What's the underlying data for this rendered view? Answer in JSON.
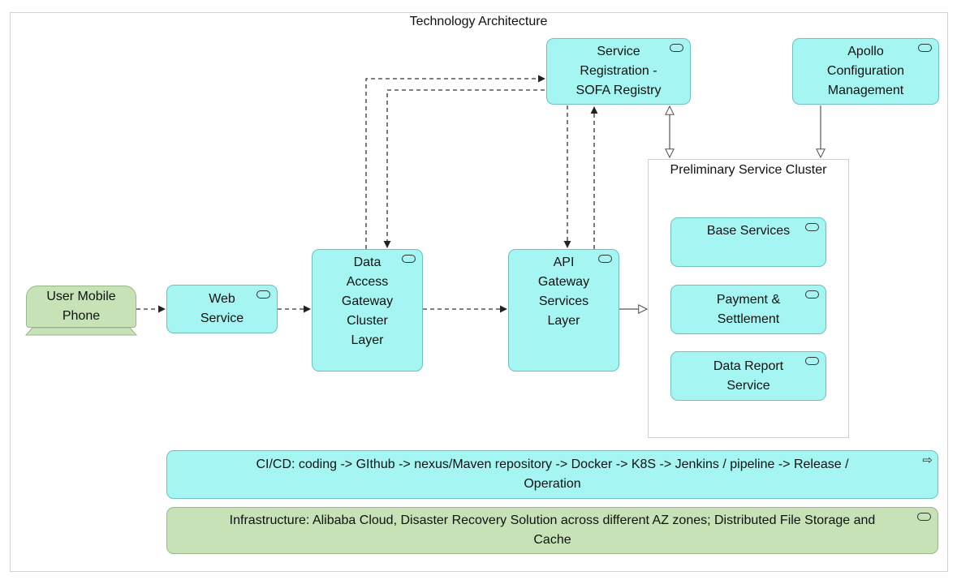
{
  "diagram": {
    "title": "Technology Architecture",
    "cluster_label": "Preliminary Service Cluster",
    "nodes": {
      "user_mobile_phone": "User Mobile\nPhone",
      "web_service": "Web\nService",
      "data_access_gateway": "Data\nAccess\nGateway\nCluster\nLayer",
      "api_gateway": "API\nGateway\nServices\nLayer",
      "service_registration": "Service\nRegistration -\nSOFA Registry",
      "apollo_config": "Apollo\nConfiguration\nManagement",
      "base_services": "Base Services",
      "payment_settlement": "Payment &\nSettlement",
      "data_report": "Data Report\nService",
      "cicd": "CI/CD: coding -> GIthub -> nexus/Maven repository -> Docker -> K8S -> Jenkins / pipeline -> Release /\nOperation",
      "infrastructure": "Infrastructure: Alibaba Cloud, Disaster Recovery Solution across different AZ zones; Distributed File Storage and\nCache"
    },
    "colors": {
      "service_fill": "#a5f5f2",
      "infrastructure_fill": "#c6e2b6",
      "device_fill": "#c6e2b6"
    },
    "icons": {
      "service": "service-pill-icon",
      "process": "process-arrow-icon"
    }
  }
}
